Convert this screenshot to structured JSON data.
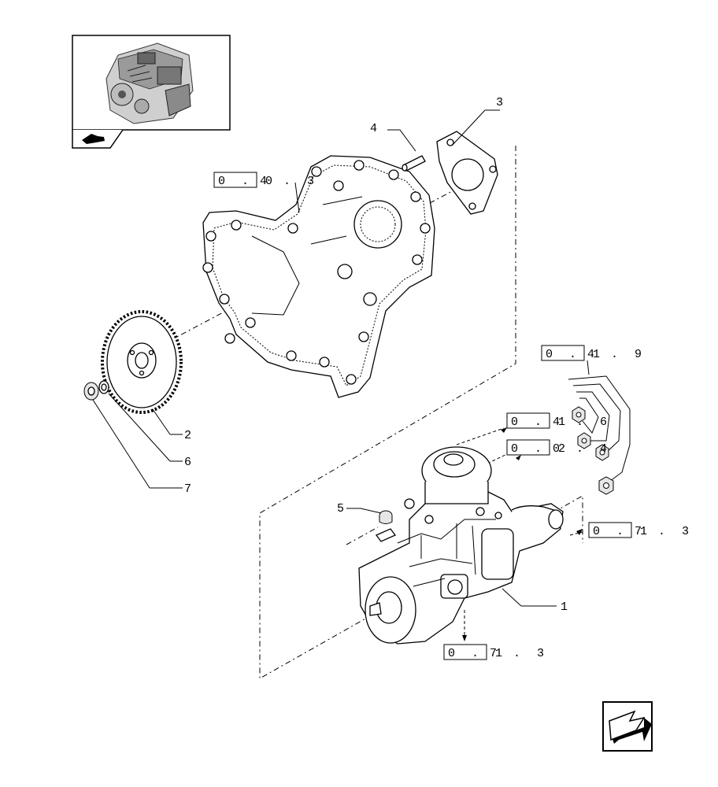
{
  "callouts": {
    "c1": "1",
    "c2": "2",
    "c3": "3",
    "c4": "4",
    "c5": "5",
    "c6": "6",
    "c7": "7"
  },
  "refs": {
    "r1": {
      "boxed": "0 . 0",
      "rest": "4 . 3"
    },
    "r2": {
      "boxed": "0 . 1",
      "rest": "4 . 9"
    },
    "r3": {
      "boxed": "0 . 1",
      "rest": "4 . 6"
    },
    "r4": {
      "boxed": "0 . 2",
      "rest": "0 . 4"
    },
    "r5": {
      "boxed": "0 . 1",
      "rest": "7 . 3"
    },
    "r6": {
      "boxed": "0 . 1",
      "rest": "7 . 3"
    }
  },
  "icons": {
    "thumbnail": "engine-thumbnail-icon",
    "pointer": "pointing-hand-icon",
    "next": "next-page-arrow-icon"
  }
}
